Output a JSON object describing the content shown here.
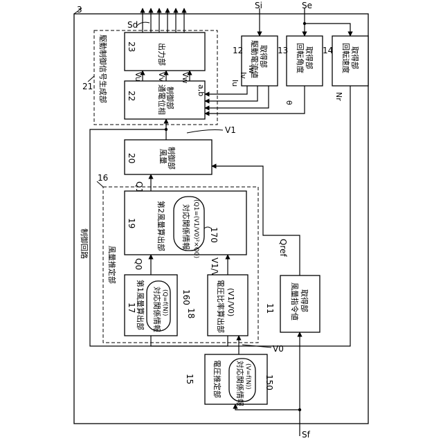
{
  "labels": {
    "frame_no": "3",
    "frame_title": "制御回路",
    "gen_no": "21",
    "gen_title": "駆動制御信号生成部",
    "est_no": "16",
    "est_title": "風量推定部",
    "out_no": "23",
    "out_title": "出力部",
    "phase_no": "22",
    "phase_title_1": "通電位相",
    "phase_title_2": "制御部",
    "phase_ab": "a,b",
    "cur_no": "12",
    "cur_title_1": "駆動電流値",
    "cur_title_2": "取得部",
    "ang_no": "13",
    "ang_title_1": "回転角度",
    "ang_title_2": "取得部",
    "spd_no": "14",
    "spd_title_1": "回転速度",
    "spd_title_2": "取得部",
    "airctl_no": "20",
    "airctl_title_1": "風量",
    "airctl_title_2": "制御部",
    "calc2_no": "19",
    "calc2_title": "第2風量算出部",
    "rel2_title": "対応関係情報",
    "rel2_formula": "(Q1=(V1/V0)²×Q0)",
    "rel2_no": "170",
    "calc1_no": "17",
    "calc1_title": "第1風量算出部",
    "rel1_title": "対応関係情報",
    "rel1_formula": "(Q=f(N))",
    "rel1_no": "160",
    "ratio_no": "18",
    "ratio_title": "電圧比率算出部",
    "ratio_sub": "(V1/V0)",
    "cmd_no": "11",
    "cmd_title_1": "風量指令値",
    "cmd_title_2": "取得部",
    "volt_no": "15",
    "volt_title": "電圧推定部",
    "rel3_title": "対応関係情報",
    "rel3_formula": "(V=f(N))",
    "rel3_no": "150"
  },
  "signals": {
    "sd": "Sd",
    "si": "Si",
    "se": "Se",
    "vu": "Vu",
    "vv": "Vv",
    "vw": "Vw",
    "iu": "Iu",
    "iv": "Iv",
    "iw": "Iw",
    "theta": "θ",
    "nr": "Nr",
    "v1": "V1",
    "q1": "Q1",
    "q0": "Q0",
    "v1v0": "V1/V0",
    "qref": "Qref",
    "v0": "V0",
    "sf": "Sf"
  }
}
